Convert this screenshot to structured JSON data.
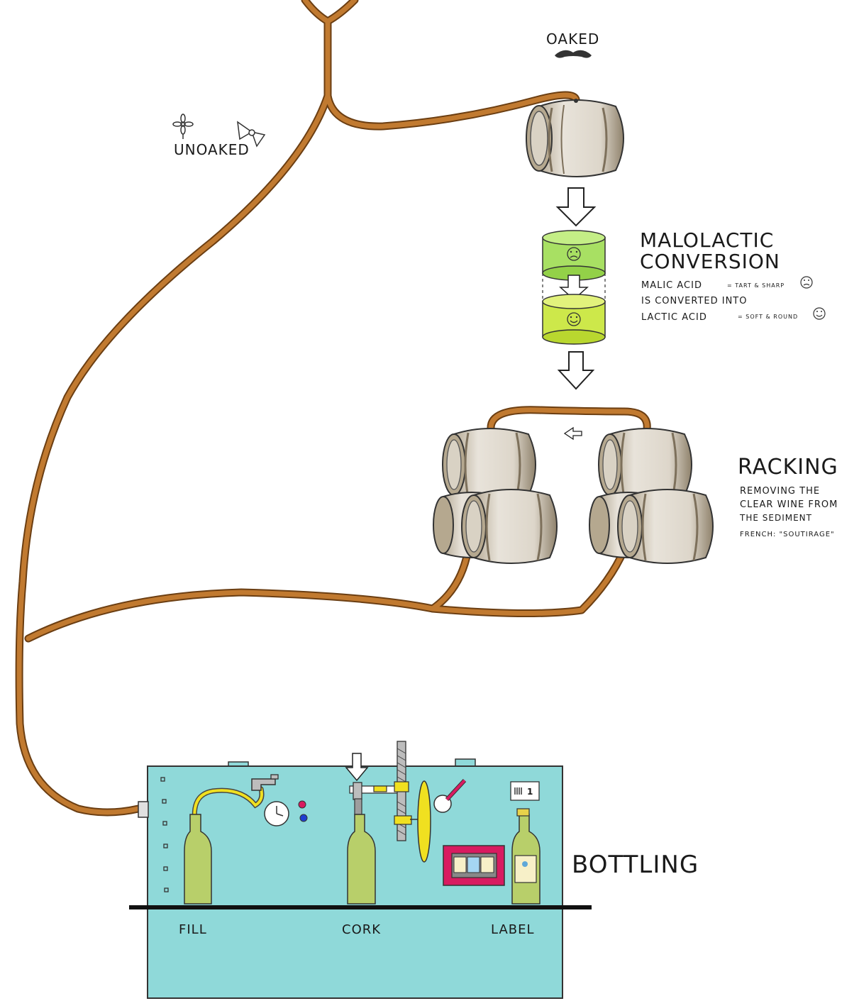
{
  "labels": {
    "oaked": "OAKED",
    "unoaked": "UNOAKED",
    "malolactic": {
      "title_line1": "MALOLACTIC",
      "title_line2": "CONVERSION",
      "malic": "MALIC ACID",
      "malic_desc": "= TART & SHARP",
      "converted": "IS CONVERTED INTO",
      "lactic": "LACTIC ACID",
      "lactic_desc": "= SOFT & ROUND"
    },
    "racking": {
      "title": "RACKING",
      "desc_line1": "REMOVING THE",
      "desc_line2": "CLEAR WINE FROM",
      "desc_line3": "THE SEDIMENT",
      "desc_line4": "FRENCH: \"SOUTIRAGE\""
    },
    "bottling": {
      "title": "BOTTLING",
      "fill": "FILL",
      "cork": "CORK",
      "label": "LABEL",
      "counter": "1"
    }
  },
  "colors": {
    "pipe": "#b8732a",
    "pipe_outline": "#6b3e12",
    "barrel": "#d9d3c7",
    "barrel_hoop": "#9a8f7d",
    "malic_cylinder": "#a8e063",
    "lactic_cylinder": "#cde84a",
    "machine": "#8fd9d9",
    "bottle": "#b8cf6a",
    "label_frame": "#d81b60",
    "tube": "#f0e020"
  },
  "icons": [
    "mustache-icon",
    "flower-icon",
    "bow-icon",
    "sad-face-icon",
    "happy-face-icon",
    "down-arrow-icon",
    "left-arrow-icon",
    "clock-icon",
    "barcode-icon"
  ]
}
